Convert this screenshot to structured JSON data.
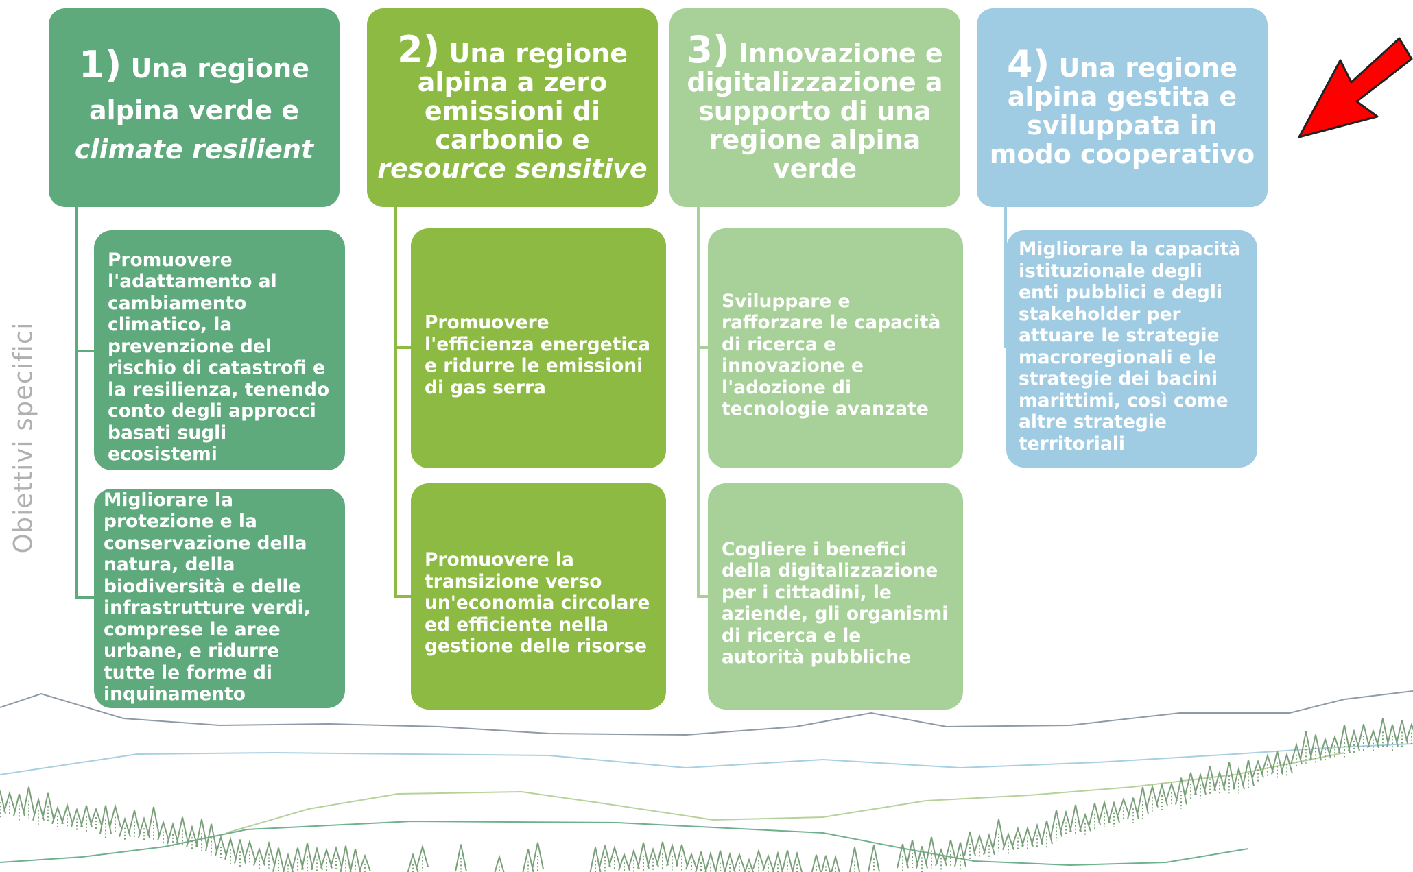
{
  "side_label": "Obiettivi specifici",
  "colors": {
    "green_dark": "#5eaa7d",
    "green_olive": "#8cba42",
    "green_light": "#a8d19a",
    "blue_light": "#9fcbe3",
    "arrow": "#ff0000"
  },
  "priorities": [
    {
      "number": "1)",
      "title_a": "Una regione",
      "title_b": "alpina verde e",
      "title_italic": "climate resilient",
      "objectives": [
        "Promuovere l'adattamento al cambiamento climatico, la prevenzione del rischio di catastrofi e la resilienza, tenendo conto degli approcci basati sugli ecosistemi",
        "Migliorare la protezione e la conservazione della natura, della biodiversità e delle infrastrutture verdi, comprese le aree urbane, e ridurre tutte le forme di inquinamento"
      ]
    },
    {
      "number": "2)",
      "title_a": "Una regione alpina a zero emissioni di carbonio e",
      "title_italic": "resource sensitive",
      "objectives": [
        "Promuovere l'efficienza energetica e ridurre le emissioni di gas serra",
        "Promuovere la transizione verso un'economia circolare ed efficiente nella gestione delle risorse"
      ]
    },
    {
      "number": "3)",
      "title_a": "Innovazione e digitalizzazione a supporto di una regione alpina verde",
      "objectives": [
        "Sviluppare e rafforzare le capacità di ricerca e innovazione e l'adozione di tecnologie avanzate",
        "Cogliere i benefici della digitalizzazione per i cittadini, le aziende, gli organismi di ricerca e le autorità pubbliche"
      ]
    },
    {
      "number": "4)",
      "title_a": "Una regione alpina gestita e sviluppata in modo cooperativo",
      "objectives": [
        "Migliorare la capacità istituzionale degli enti pubblici e degli stakeholder per attuare le strategie macroregionali e le strategie dei bacini marittimi, così come altre strategie territoriali"
      ]
    }
  ]
}
